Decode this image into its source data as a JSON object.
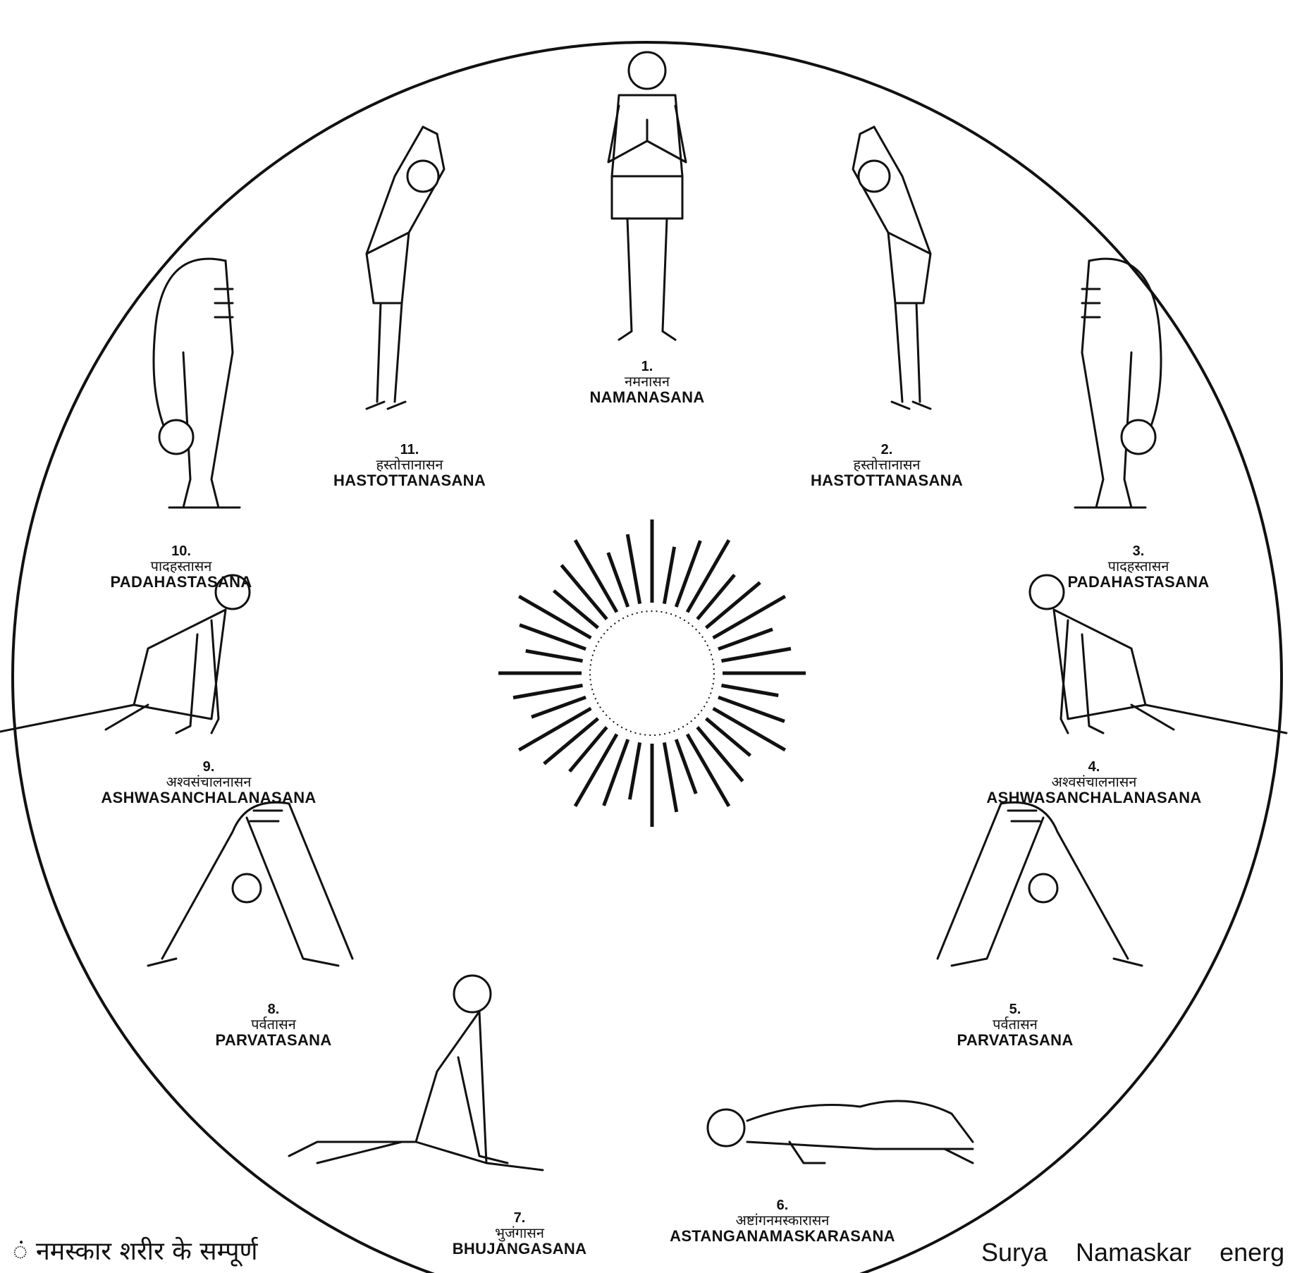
{
  "colors": {
    "ink": "#111111",
    "background": "#ffffff"
  },
  "poses": [
    {
      "num": "1.",
      "hi": "नमनासन",
      "en": "NAMANASANA",
      "figure": "standing-prayer"
    },
    {
      "num": "2.",
      "hi": "हस्तोत्तानासन",
      "en": "HASTOTTANASANA",
      "figure": "backbend"
    },
    {
      "num": "3.",
      "hi": "पादहस्तासन",
      "en": "PADAHASTASANA",
      "figure": "forward-fold"
    },
    {
      "num": "4.",
      "hi": "अश्वसंचालनासन",
      "en": "ASHWASANCHALANASANA",
      "figure": "lunge"
    },
    {
      "num": "5.",
      "hi": "पर्वतासन",
      "en": "PARVATASANA",
      "figure": "mountain"
    },
    {
      "num": "6.",
      "hi": "अष्टांगनमस्कारासन",
      "en": "ASTANGANAMASKARASANA",
      "figure": "eight-limbs"
    },
    {
      "num": "7.",
      "hi": "भुजंगासन",
      "en": "BHUJANGASANA",
      "figure": "cobra"
    },
    {
      "num": "8.",
      "hi": "पर्वतासन",
      "en": "PARVATASANA",
      "figure": "mountain"
    },
    {
      "num": "9.",
      "hi": "अश्वसंचालनासन",
      "en": "ASHWASANCHALANASANA",
      "figure": "lunge"
    },
    {
      "num": "10.",
      "hi": "पादहस्तासन",
      "en": "PADAHASTASANA",
      "figure": "forward-fold"
    },
    {
      "num": "11.",
      "hi": "हस्तोत्तानासन",
      "en": "HASTOTTANASANA",
      "figure": "backbend"
    }
  ],
  "bottom_text": {
    "left": "ं नमस्कार शरीर के सम्पूर्ण",
    "right": "Surya Namaskar energ"
  }
}
